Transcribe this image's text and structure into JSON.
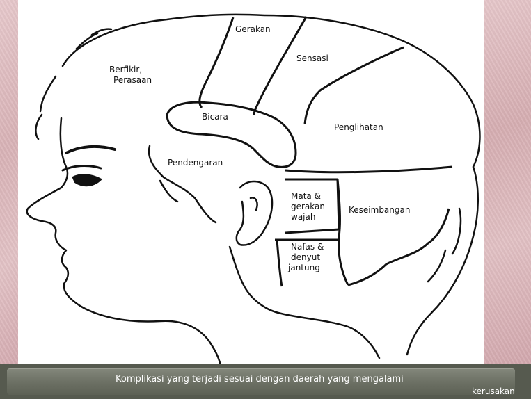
{
  "regions": {
    "gerakan": "Gerakan",
    "berfikir_1": "Berfikir,",
    "berfikir_2": "Perasaan",
    "sensasi": "Sensasi",
    "bicara": "Bicara",
    "penglihatan": "Penglihatan",
    "pendengaran": "Pendengaran",
    "mata_1": "Mata &",
    "mata_2": "gerakan",
    "mata_3": "wajah",
    "keseimbangan": "Keseimbangan",
    "nafas_1": "Nafas &",
    "nafas_2": "denyut",
    "nafas_3": "jantung"
  },
  "caption": {
    "line1": "Komplikasi yang terjadi sesuai dengan daerah yang mengalami",
    "line2": "kerusakan"
  },
  "colors": {
    "side_panel": "#e0bfc3",
    "caption_bar": "#6d7165",
    "caption_text": "#ffffff",
    "ink": "#111111"
  }
}
